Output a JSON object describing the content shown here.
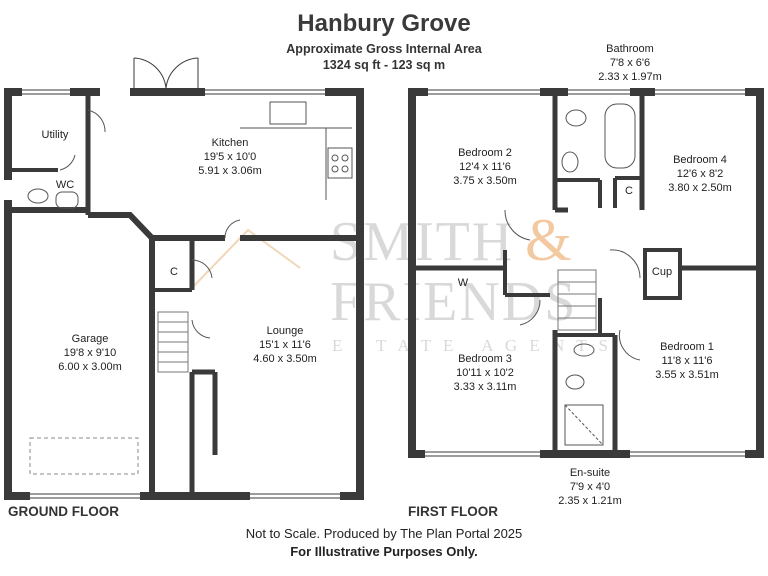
{
  "header": {
    "title": "Hanbury Grove",
    "area_heading": "Approximate Gross Internal Area",
    "area_value": "1324 sq ft - 123 sq m"
  },
  "watermark": {
    "line1": "SMITH",
    "amp": "&",
    "line2": "FRIENDS",
    "line3": "E S T A T E   A G E N T S"
  },
  "ground_floor": {
    "label": "GROUND FLOOR",
    "rooms": [
      {
        "id": "utility",
        "name": "Utility"
      },
      {
        "id": "wc",
        "name": "WC"
      },
      {
        "id": "kitchen",
        "name": "Kitchen",
        "imperial": "19'5 x 10'0",
        "metric": "5.91 x 3.06m"
      },
      {
        "id": "garage",
        "name": "Garage",
        "imperial": "19'8 x 9'10",
        "metric": "6.00 x 3.00m"
      },
      {
        "id": "cupboard",
        "name": "C"
      },
      {
        "id": "lounge",
        "name": "Lounge",
        "imperial": "15'1 x 11'6",
        "metric": "4.60 x 3.50m"
      }
    ]
  },
  "first_floor": {
    "label": "FIRST FLOOR",
    "rooms": [
      {
        "id": "bathroom",
        "name": "Bathroom",
        "imperial": "7'8 x 6'6",
        "metric": "2.33 x 1.97m"
      },
      {
        "id": "bedroom2",
        "name": "Bedroom 2",
        "imperial": "12'4 x 11'6",
        "metric": "3.75 x 3.50m"
      },
      {
        "id": "bedroom4",
        "name": "Bedroom 4",
        "imperial": "12'6 x 8'2",
        "metric": "3.80 x 2.50m"
      },
      {
        "id": "cupboard_c",
        "name": "C"
      },
      {
        "id": "cupboard_cup",
        "name": "Cup"
      },
      {
        "id": "wardrobe",
        "name": "W"
      },
      {
        "id": "bedroom3",
        "name": "Bedroom 3",
        "imperial": "10'11 x 10'2",
        "metric": "3.33 x 3.11m"
      },
      {
        "id": "bedroom1",
        "name": "Bedroom 1",
        "imperial": "11'8 x 11'6",
        "metric": "3.55 x 3.51m"
      },
      {
        "id": "ensuite",
        "name": "En-suite",
        "imperial": "7'9 x 4'0",
        "metric": "2.35 x 1.21m"
      }
    ]
  },
  "footer": {
    "line1": "Not to Scale. Produced by The Plan Portal 2025",
    "line2": "For Illustrative Purposes Only."
  },
  "colors": {
    "wall": "#3a3a3a",
    "watermark": "#d9d9d9",
    "accent": "#f2c9a0"
  }
}
